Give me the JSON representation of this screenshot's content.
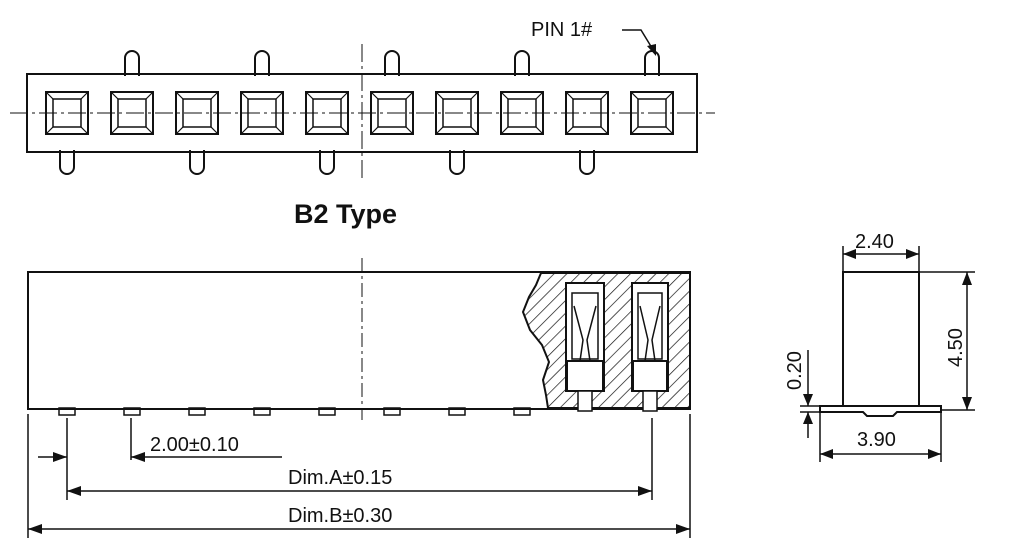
{
  "pin_label": "PIN 1#",
  "type_title": "B2 Type",
  "top_view": {
    "pin_count": 10
  },
  "dimensions": {
    "pitch": "2.00±0.10",
    "dim_a": "Dim.A±0.15",
    "dim_b": "Dim.B±0.30",
    "side_width": "2.40",
    "side_height": "4.50",
    "side_standoff": "0.20",
    "side_base": "3.90"
  },
  "colors": {
    "line": "#111111",
    "background": "#ffffff"
  }
}
